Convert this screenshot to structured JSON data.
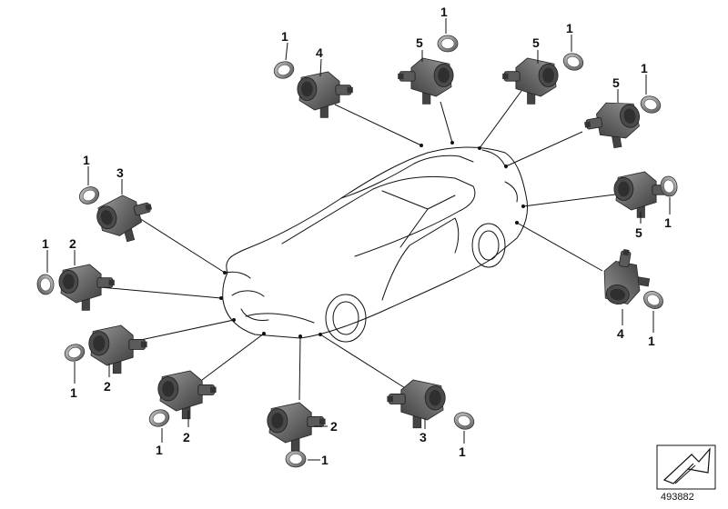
{
  "diagram": {
    "reference_number": "493882",
    "colors": {
      "sensor_body": "#6b6b6b",
      "sensor_dark": "#3a3a3a",
      "ring_outer": "#8a8a8a",
      "outline": "#111111"
    },
    "sensors": [
      {
        "id": "s1",
        "callouts": [
          {
            "label": "1"
          },
          {
            "label": "4"
          }
        ]
      },
      {
        "id": "s2",
        "callouts": [
          {
            "label": "1"
          },
          {
            "label": "5"
          }
        ]
      },
      {
        "id": "s3",
        "callouts": [
          {
            "label": "5"
          },
          {
            "label": "1"
          }
        ]
      },
      {
        "id": "s4",
        "callouts": [
          {
            "label": "5"
          },
          {
            "label": "1"
          }
        ]
      },
      {
        "id": "s5",
        "callouts": [
          {
            "label": "1"
          },
          {
            "label": "3"
          }
        ]
      },
      {
        "id": "s6",
        "callouts": [
          {
            "label": "5"
          },
          {
            "label": "1"
          }
        ]
      },
      {
        "id": "s7",
        "callouts": [
          {
            "label": "1"
          },
          {
            "label": "2"
          }
        ]
      },
      {
        "id": "s8",
        "callouts": [
          {
            "label": "4"
          },
          {
            "label": "1"
          }
        ]
      },
      {
        "id": "s9",
        "callouts": [
          {
            "label": "1"
          },
          {
            "label": "2"
          }
        ]
      },
      {
        "id": "s10",
        "callouts": [
          {
            "label": "2"
          },
          {
            "label": "1"
          }
        ]
      },
      {
        "id": "s11",
        "callouts": [
          {
            "label": "2"
          },
          {
            "label": "1"
          }
        ]
      },
      {
        "id": "s12",
        "callouts": [
          {
            "label": "3"
          },
          {
            "label": "1"
          }
        ]
      }
    ]
  }
}
